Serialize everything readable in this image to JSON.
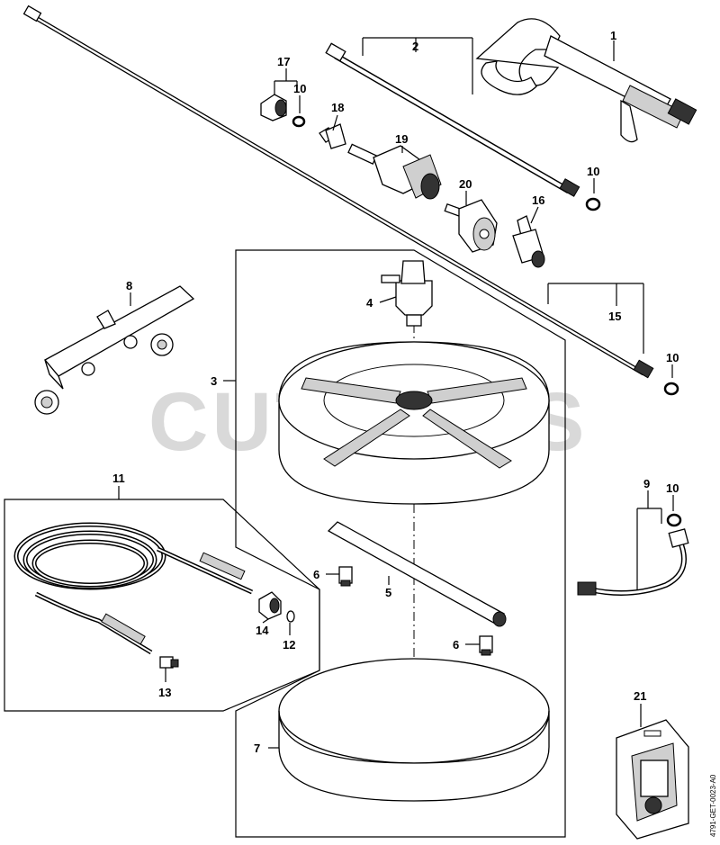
{
  "watermark": "CUTLER'S",
  "drawing_code": "4791-GET-0023-A0",
  "callouts": {
    "c1": "1",
    "c2": "2",
    "c3": "3",
    "c4": "4",
    "c5": "5",
    "c6a": "6",
    "c6b": "6",
    "c7": "7",
    "c8": "8",
    "c9": "9",
    "c10a": "10",
    "c10b": "10",
    "c10c": "10",
    "c10d": "10",
    "c11": "11",
    "c12": "12",
    "c13": "13",
    "c14": "14",
    "c15": "15",
    "c16": "16",
    "c17": "17",
    "c18": "18",
    "c19": "19",
    "c20": "20",
    "c21": "21"
  }
}
